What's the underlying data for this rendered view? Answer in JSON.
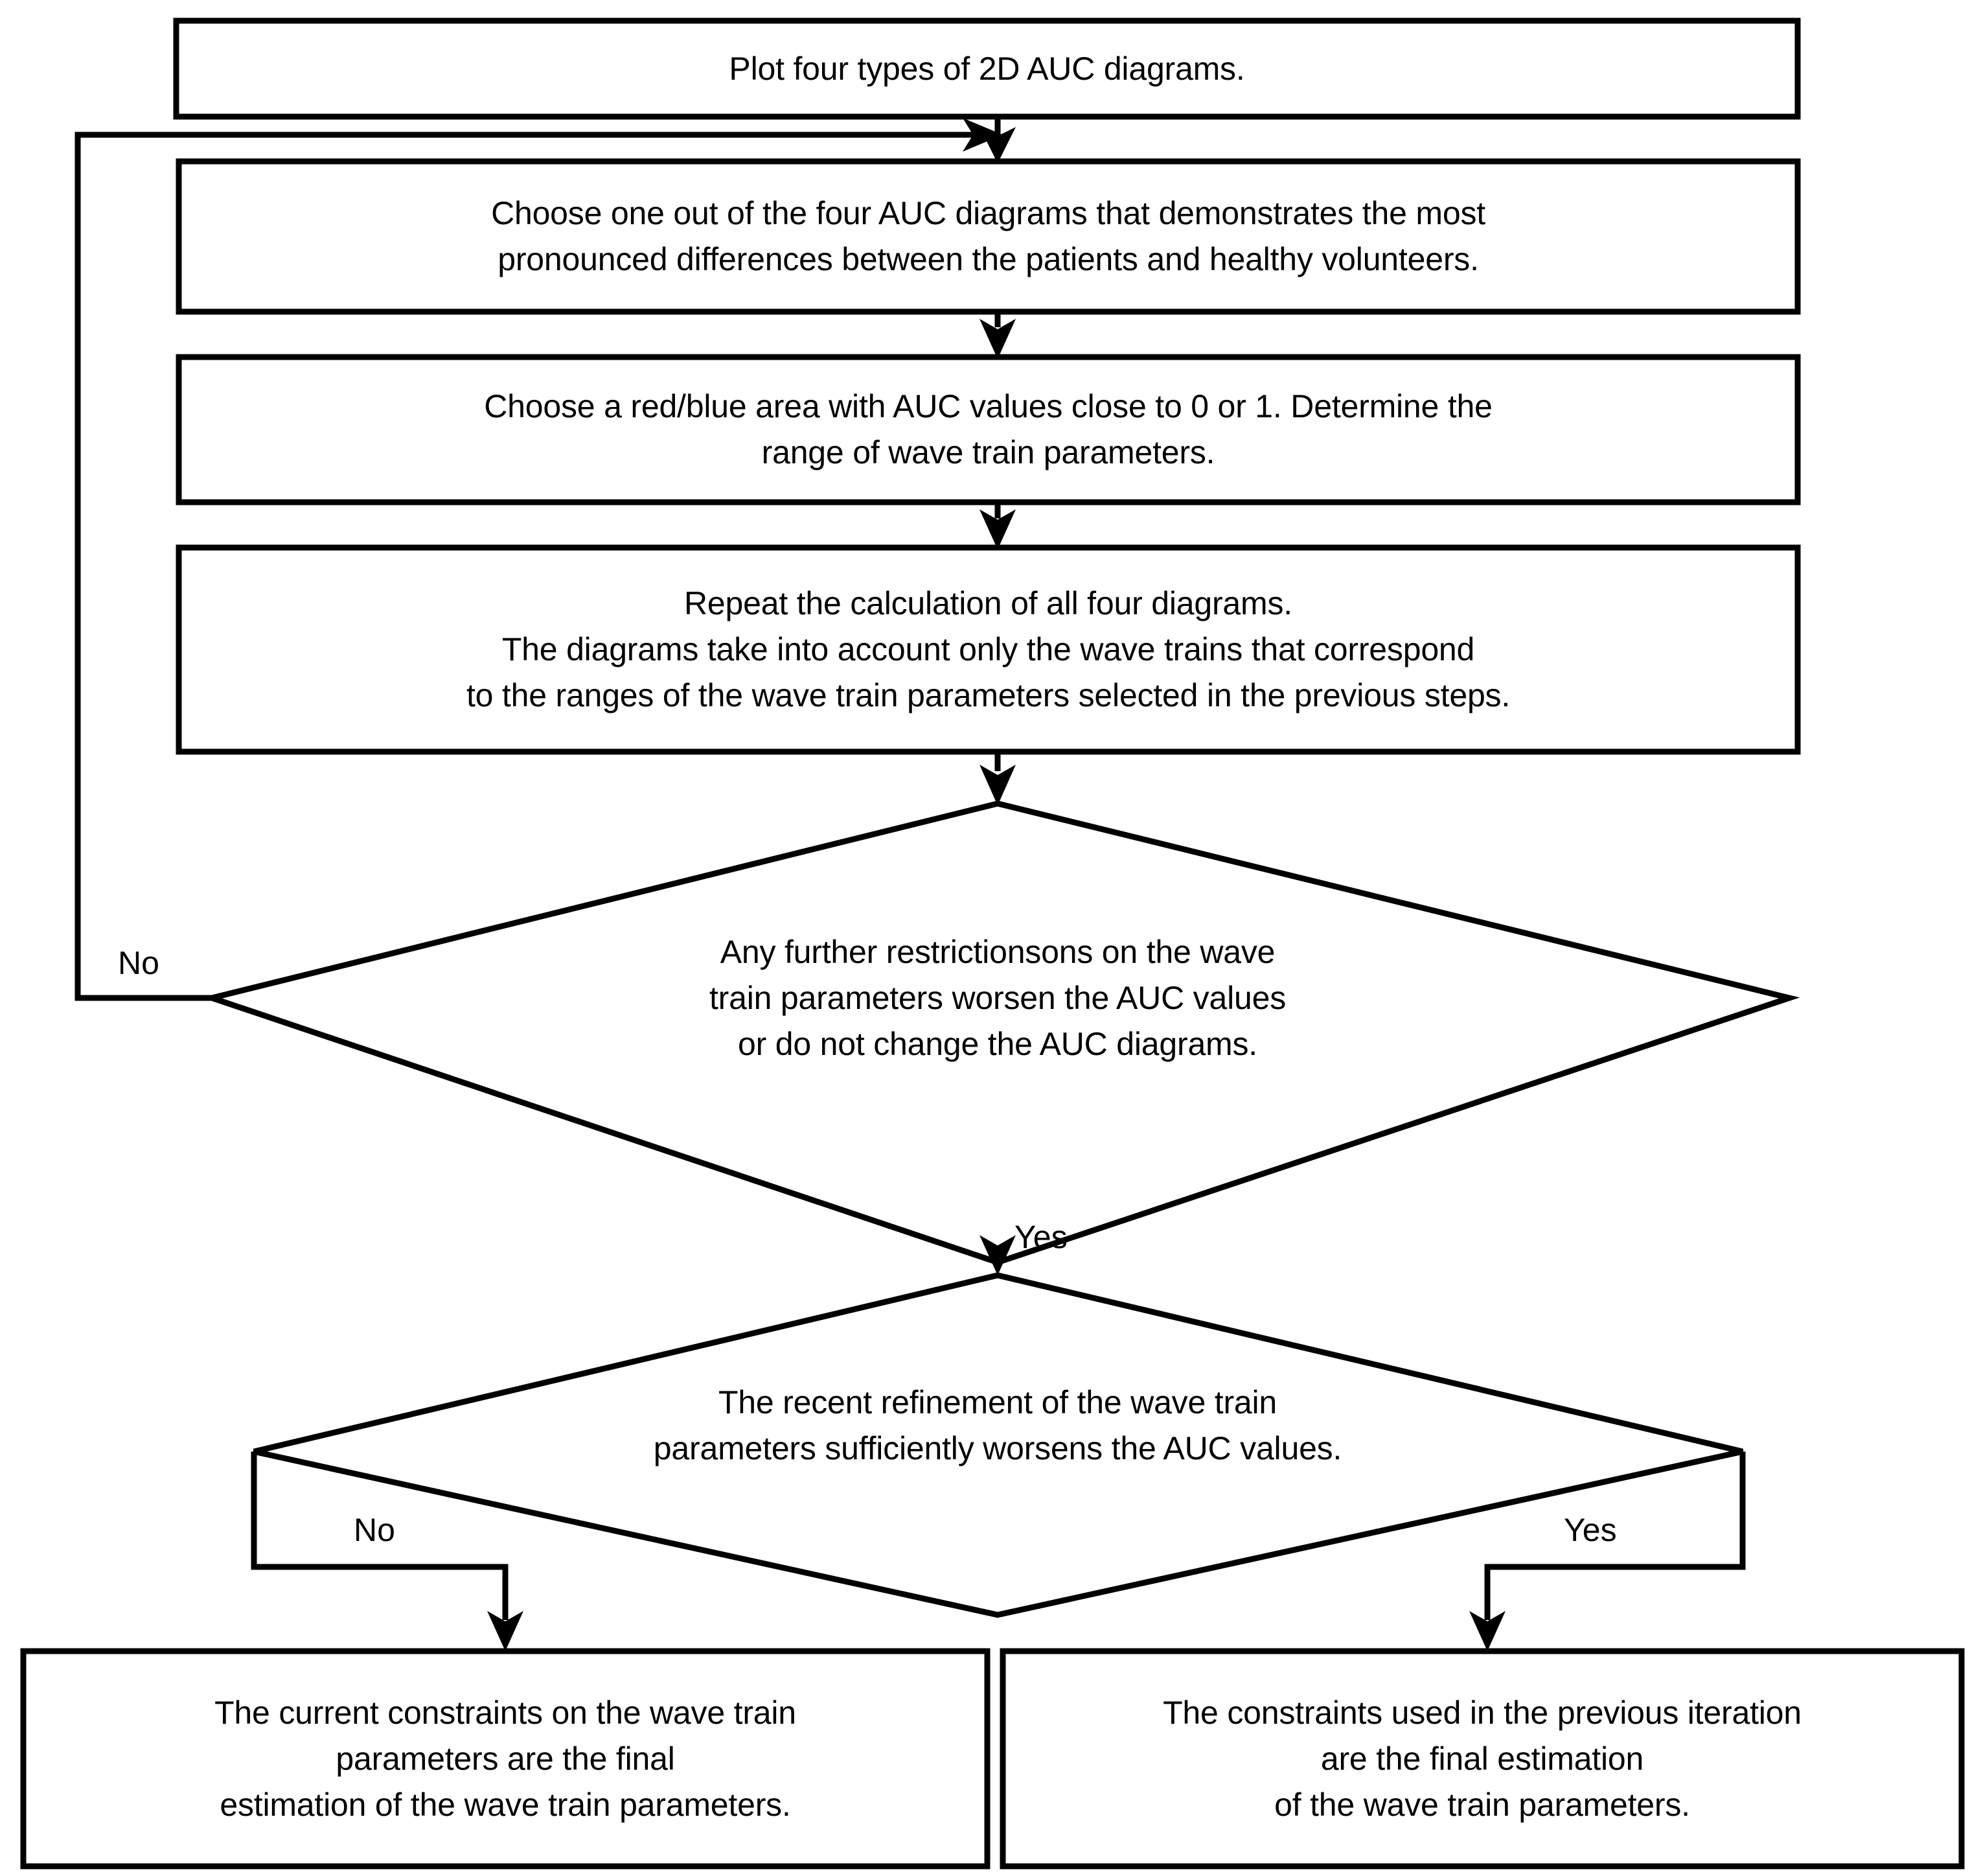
{
  "diagram": {
    "title": "AUC wave train parameter refinement flowchart",
    "background_color": "#ffffff",
    "line_color": "#000000",
    "text_color": "#000000"
  },
  "nodes": {
    "plot_diagrams": {
      "shape": "process",
      "text": "Plot four types of 2D AUC diagrams."
    },
    "choose_diagram": {
      "shape": "process",
      "text": "Choose one out of the four AUC diagrams that demonstrates the most\npronounced differences between the patients and healthy volunteers."
    },
    "choose_area": {
      "shape": "process",
      "text": "Choose a red/blue area with AUC values close to 0 or 1. Determine the\nrange of wave train parameters."
    },
    "repeat_calculation": {
      "shape": "process",
      "text": "Repeat the calculation of all four diagrams.\nThe diagrams take into account only the wave trains that correspond\nto the ranges of the wave train parameters selected in the previous steps."
    },
    "decision_restrictions": {
      "shape": "decision",
      "text": "Any further restrictionsons on the wave\ntrain parameters worsen the AUC values\nor do not change the AUC diagrams."
    },
    "decision_refinement": {
      "shape": "decision",
      "text": "The recent refinement of the wave train\nparameters sufficiently worsens the AUC values."
    },
    "result_current": {
      "shape": "process",
      "text": "The current constraints on the wave train\nparameters are the final\nestimation of the wave train parameters."
    },
    "result_previous": {
      "shape": "process",
      "text": "The constraints used in the previous iteration\nare the final estimation\nof the wave train parameters."
    }
  },
  "edge_labels": {
    "restrictions_no": "No",
    "restrictions_yes": "Yes",
    "refinement_no": "No",
    "refinement_yes": "Yes"
  }
}
